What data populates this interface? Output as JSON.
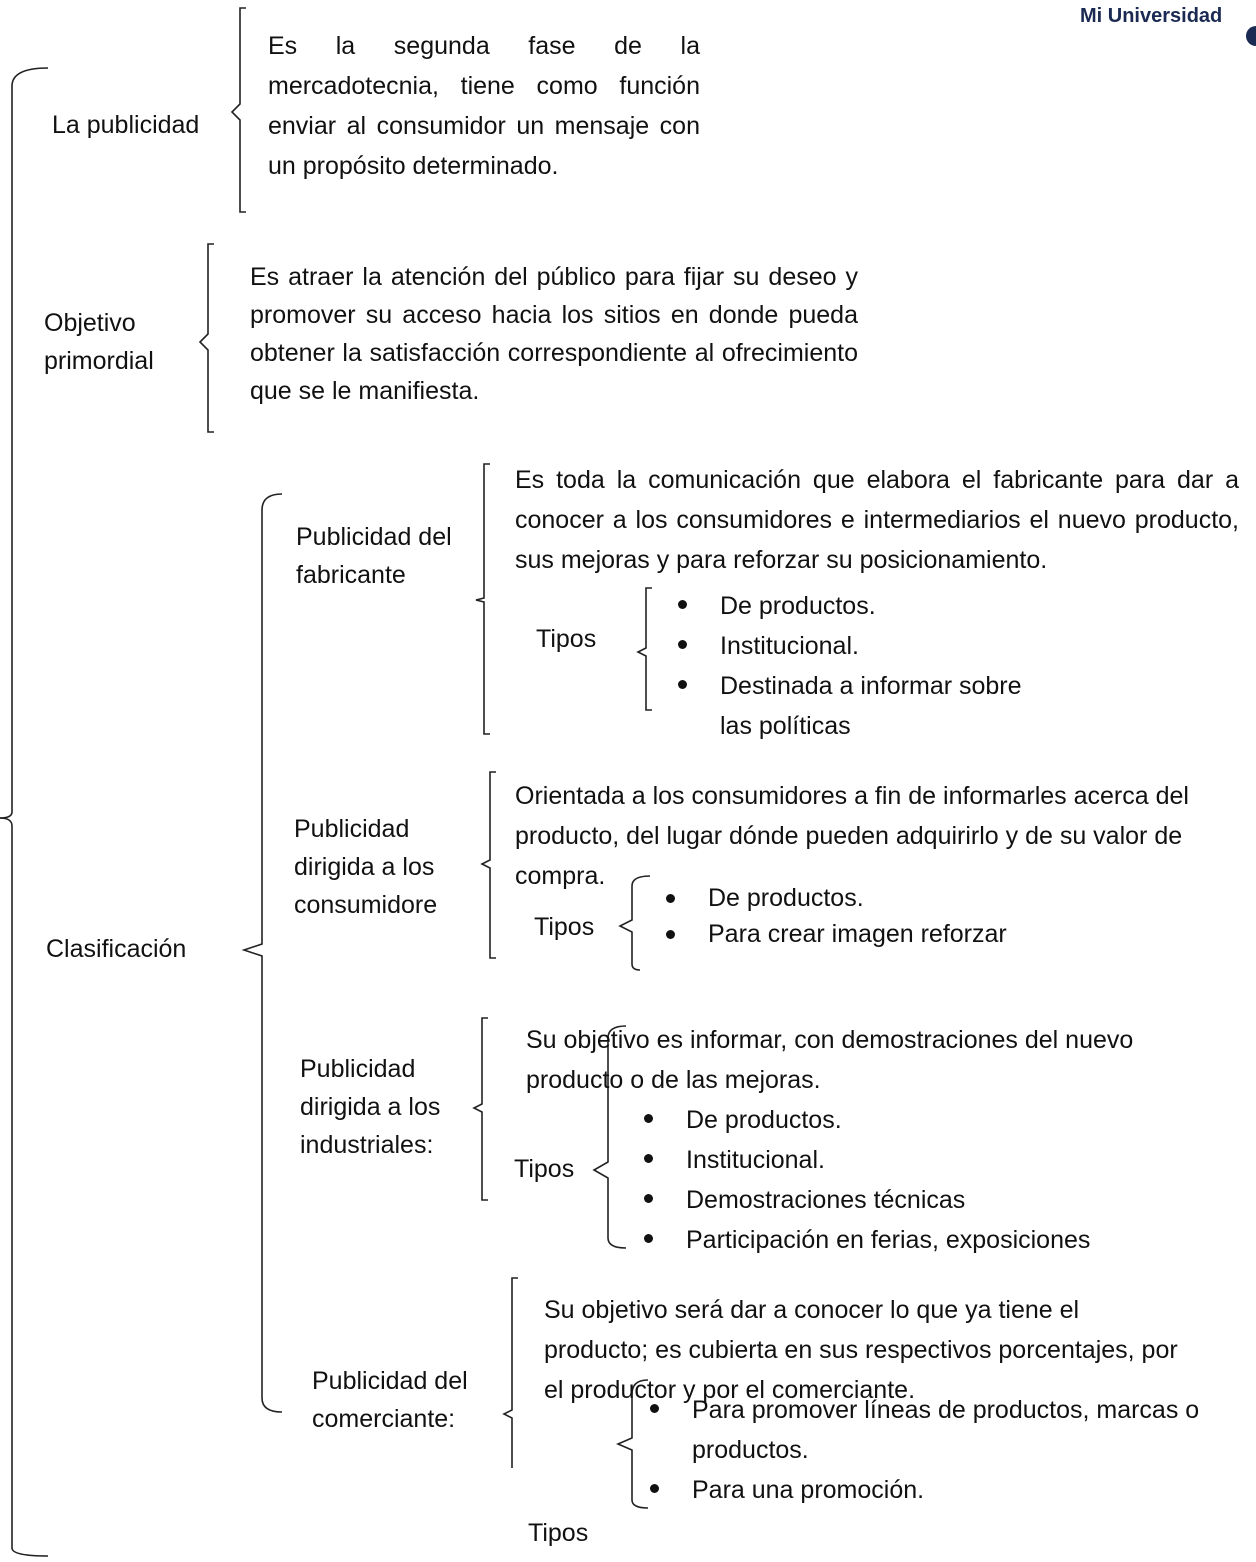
{
  "logo": "Mi Universidad",
  "sections": {
    "publicidad": {
      "label": "La publicidad",
      "text": "Es la segunda fase de la mercadotecnia, tiene como función enviar al consumidor un mensaje con un propósito determinado."
    },
    "objetivo": {
      "label_lines": [
        "Objetivo",
        "primordial"
      ],
      "text": "Es atraer la atención del público para fijar su deseo y promover su acceso hacia los sitios en donde pueda obtener la satisfacción correspondiente al ofrecimiento que se le manifiesta."
    },
    "clasificacion": {
      "label": "Clasificación",
      "fabricante": {
        "label_lines": [
          "Publicidad del",
          "fabricante"
        ],
        "text": "Es toda la comunicación que elabora el fabricante para dar a conocer a los consumidores e intermediarios el nuevo producto, sus mejoras y para reforzar su posicionamiento.",
        "tipos_label": "Tipos",
        "tipos": [
          "De productos.",
          "Institucional.",
          "Destinada a informar sobre las políticas"
        ]
      },
      "consumidores": {
        "label_lines": [
          "Publicidad",
          "dirigida a los",
          "consumidore"
        ],
        "text_lines": [
          "Orientada a los consumidores a fin de informarles acerca del",
          "producto, del lugar dónde pueden adquirirlo y de su valor de",
          "compra."
        ],
        "tipos_label": "Tipos",
        "tipos": [
          "De productos.",
          "Para crear imagen reforzar"
        ]
      },
      "industriales": {
        "label_lines": [
          "Publicidad",
          "dirigida a los",
          "industriales:"
        ],
        "text_lines": [
          "Su objetivo es informar, con demostraciones del nuevo",
          "producto o de las mejoras."
        ],
        "tipos_label": "Tipos",
        "tipos": [
          "De productos.",
          "Institucional.",
          "Demostraciones técnicas",
          "Participación en ferias, exposiciones"
        ]
      },
      "comerciante": {
        "label_lines": [
          "Publicidad del",
          "comerciante:"
        ],
        "text_lines": [
          "Su objetivo será dar a conocer lo que ya tiene el",
          "producto; es cubierta en sus respectivos porcentajes, por",
          "el productor y por el comerciante."
        ],
        "tipos_label": "Tipos",
        "tipos": [
          "Para promover líneas de productos, marcas o productos.",
          "Para una promoción."
        ]
      }
    }
  }
}
